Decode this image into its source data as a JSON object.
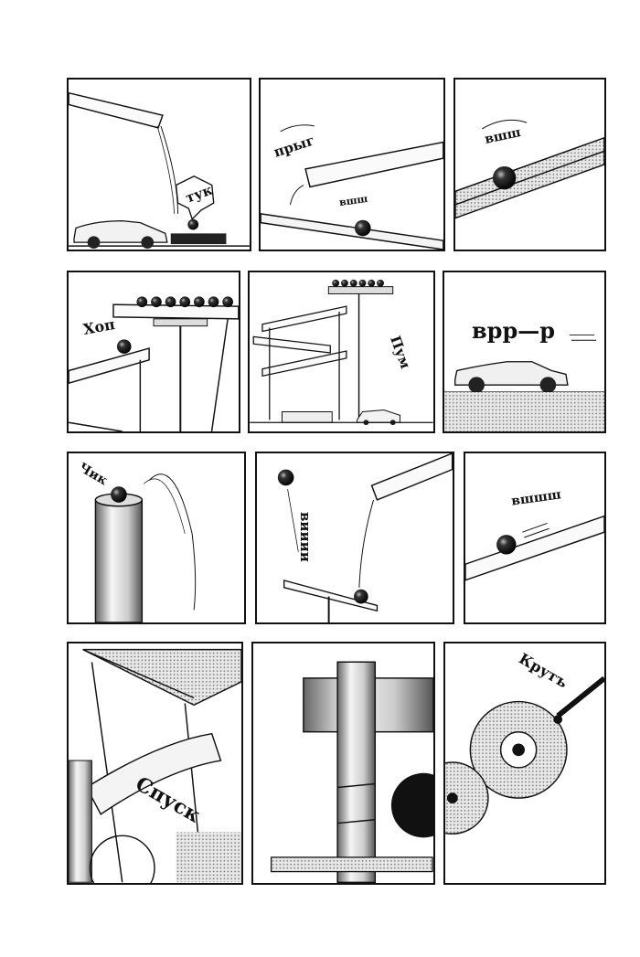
{
  "page": {
    "background": "#ffffff",
    "ink": "#111111"
  },
  "rows": [
    {
      "panels": [
        {
          "sfx": [
            "тук"
          ]
        },
        {
          "sfx": [
            "прыг",
            "вшш"
          ]
        },
        {
          "sfx": [
            "вшш"
          ]
        }
      ]
    },
    {
      "panels": [
        {
          "sfx": [
            "Хоп"
          ]
        },
        {
          "sfx": [
            "Пум"
          ]
        },
        {
          "sfx": [
            "врр—р"
          ]
        }
      ]
    },
    {
      "panels": [
        {
          "sfx": [
            "Чик"
          ]
        },
        {
          "sfx": [
            "вииии"
          ]
        },
        {
          "sfx": [
            "вшшш"
          ]
        }
      ]
    },
    {
      "panels": [
        {
          "sfx": [
            "Спуск"
          ]
        },
        {
          "sfx": []
        },
        {
          "sfx": [
            "Крутъ"
          ]
        }
      ]
    }
  ]
}
